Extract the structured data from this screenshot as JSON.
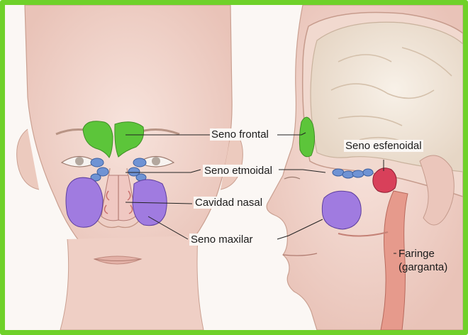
{
  "labels": {
    "seno_frontal": "Seno frontal",
    "seno_etmoidal": "Seno etmoidal",
    "cavidad_nasal": "Cavidad nasal",
    "seno_maxilar": "Seno maxilar",
    "seno_esfenoidal": "Seno esfenoidal",
    "faringe": "Faringe",
    "garganta": "(garganta)"
  },
  "colors": {
    "frame": "#6fd12a",
    "skin": "#f4d8cf",
    "frontal_sinus": "#5cc53a",
    "ethmoid_sinus": "#6f93d4",
    "maxillary_sinus": "#a07be0",
    "sphenoid_sinus": "#d8405a",
    "brain": "#f3eadf"
  }
}
